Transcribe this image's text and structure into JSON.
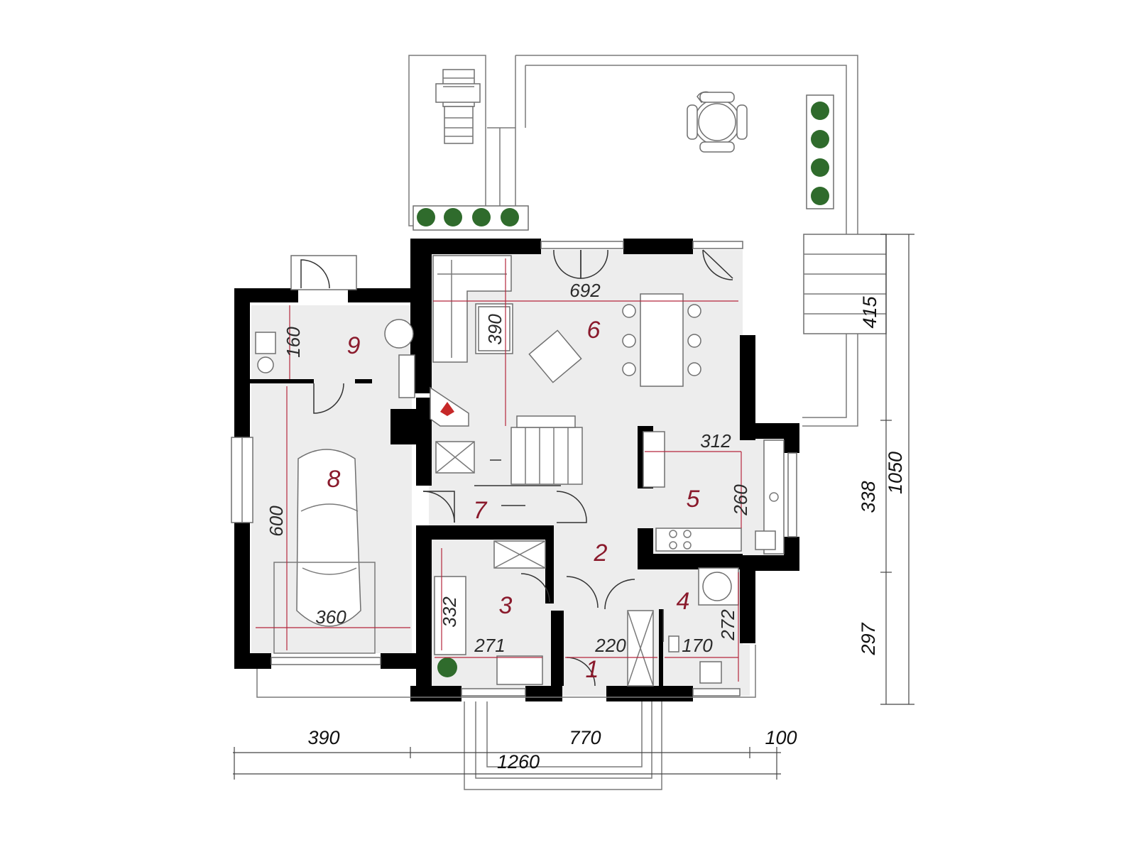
{
  "rooms": [
    {
      "id": "room-1",
      "number": "1"
    },
    {
      "id": "room-2",
      "number": "2"
    },
    {
      "id": "room-3",
      "number": "3"
    },
    {
      "id": "room-4",
      "number": "4"
    },
    {
      "id": "room-5",
      "number": "5"
    },
    {
      "id": "room-6",
      "number": "6"
    },
    {
      "id": "room-7",
      "number": "7"
    },
    {
      "id": "room-8",
      "number": "8"
    },
    {
      "id": "room-9",
      "number": "9"
    }
  ],
  "room_dimensions": {
    "room6_width": "692",
    "room6_depth": "390",
    "room9_depth": "160",
    "room5_width": "312",
    "room5_depth": "260",
    "room8_depth": "600",
    "room8_width": "360",
    "room3_depth": "332",
    "room3_width": "271",
    "room1_width": "220",
    "room4_width": "170",
    "room4_depth": "272"
  },
  "exterior_dimensions": {
    "bottom_left": "390",
    "bottom_middle": "770",
    "bottom_right": "100",
    "bottom_total": "1260",
    "right_terrace": "415",
    "right_upper": "338",
    "right_lower": "297",
    "right_total": "1050"
  },
  "colors": {
    "room_number": "#8a1a2c",
    "wall": "#000000",
    "floor": "#ededed",
    "dimension_marker": "#b5273d"
  }
}
